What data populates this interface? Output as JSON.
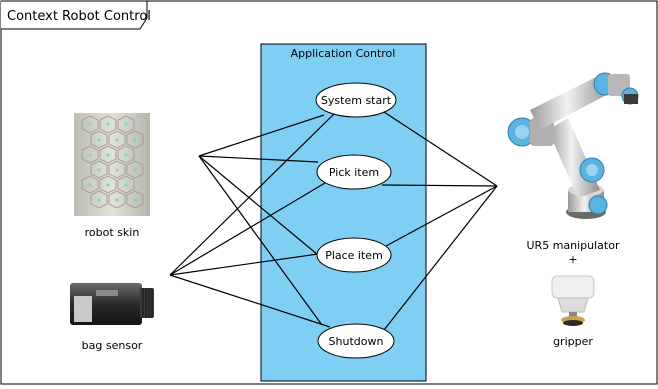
{
  "frame": {
    "title": "Context Robot Control"
  },
  "system": {
    "title": "Application Control",
    "fill": "#7fcff4"
  },
  "use_cases": {
    "system_start": "System start",
    "pick_item": "Pick item",
    "place_item": "Place item",
    "shutdown": "Shutdown"
  },
  "actors": {
    "robot_skin": "robot skin",
    "bag_sensor": "bag sensor",
    "manipulator": "UR5 manipulator",
    "plus": "+",
    "gripper": "gripper"
  }
}
